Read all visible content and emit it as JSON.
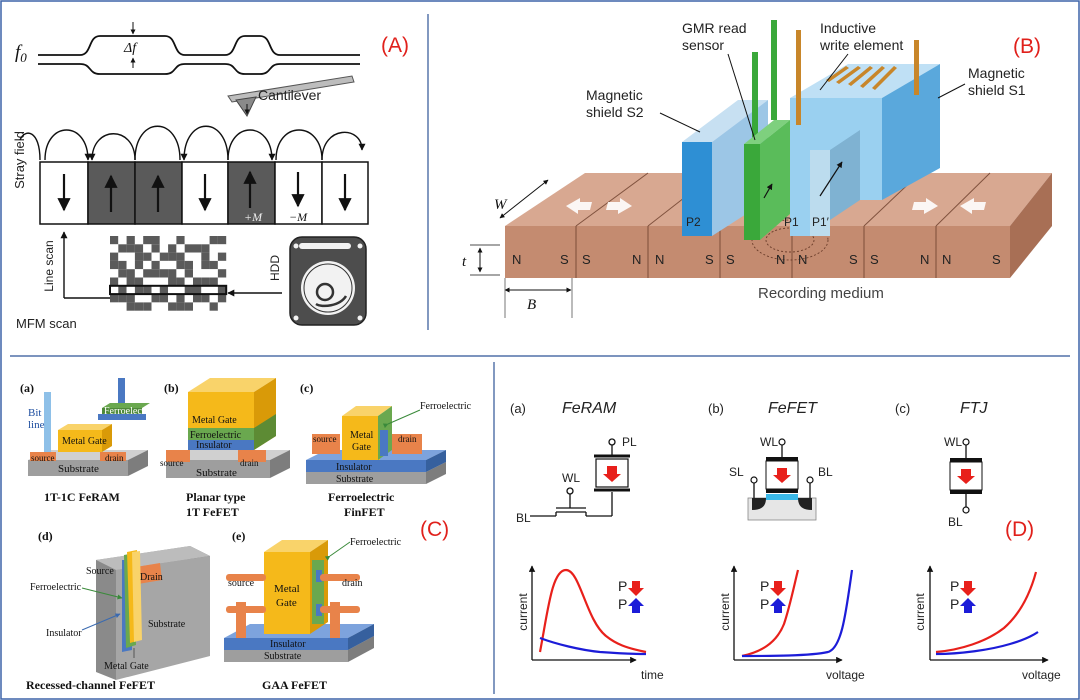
{
  "panels": {
    "a": {
      "tag": "(A)",
      "f0": "f",
      "f0_sub": "0",
      "delta_f": "Δf",
      "cantilever": "Cantilever",
      "stray_field": "Stray field",
      "plus_m": "+M",
      "minus_m": "−M",
      "line_scan": "Line scan",
      "hdd": "HDD",
      "mfm_scan": "MFM scan"
    },
    "b": {
      "tag": "(B)",
      "gmr_line1": "GMR read",
      "gmr_line2": "sensor",
      "inductive_line1": "Inductive",
      "inductive_line2": "write element",
      "shield1_line1": "Magnetic",
      "shield1_line2": "shield S1",
      "shield2_line1": "Magnetic",
      "shield2_line2": "shield S2",
      "w": "W",
      "t": "t",
      "b": "B",
      "p2": "P2",
      "p1": "P1",
      "p1p": "P1′",
      "recording_medium": "Recording medium",
      "poles": [
        "N",
        "S",
        "S",
        "N",
        "N",
        "S",
        "S",
        "N",
        "N",
        "S",
        "S",
        "N",
        "N",
        "S"
      ]
    },
    "c": {
      "tag": "(C)",
      "sub_a": "(a)",
      "sub_b": "(b)",
      "sub_c": "(c)",
      "sub_d": "(d)",
      "sub_e": "(e)",
      "bit_line1": "Bit",
      "bit_line2": "line",
      "ferroelectric": "Ferroelectric",
      "metal_gate": "Metal Gate",
      "source": "source",
      "drain": "drain",
      "substrate": "Substrate",
      "insulator": "Insulator",
      "metal": "Metal",
      "gate": "Gate",
      "source_cap": "Source",
      "drain_cap": "Drain",
      "cap_1t1c": "1T-1C FeRAM",
      "cap_planar1": "Planar type",
      "cap_planar2": "1T FeFET",
      "cap_fin1": "Ferroelectric",
      "cap_fin2": "FinFET",
      "cap_recessed": "Recessed-channel FeFET",
      "cap_gaa": "GAA FeFET"
    },
    "d": {
      "tag": "(D)",
      "sub_a": "(a)",
      "sub_b": "(b)",
      "sub_c": "(c)",
      "title_feram": "FeRAM",
      "title_fefet": "FeFET",
      "title_ftj": "FTJ",
      "pl": "PL",
      "wl": "WL",
      "bl": "BL",
      "sl": "SL",
      "p": "P",
      "current": "current",
      "time": "time",
      "voltage": "voltage"
    }
  },
  "colors": {
    "tag_red": "#e0201b",
    "divider": "#2f5597",
    "gate_yellow": "#f5b91a",
    "ferro_green": "#6aa84f",
    "insulator_blue": "#4a78c2",
    "contact_orange": "#e8834a",
    "substrate_gray": "#a8a8a8",
    "medium_brown": "#c89074",
    "shield_blue": "#9cc6e6",
    "curve_red": "#e8201b",
    "curve_blue": "#1c1cd8",
    "domain_gray": "#5a5a5a"
  }
}
